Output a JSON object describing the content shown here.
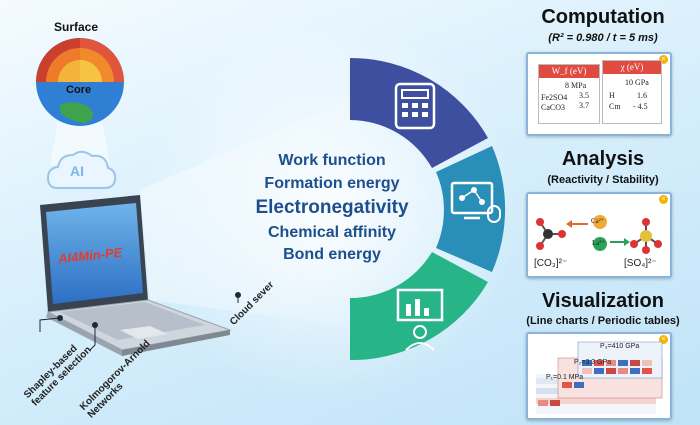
{
  "globe": {
    "surface_label": "Surface",
    "core_label": "Core"
  },
  "cloud": {
    "label": "AI"
  },
  "laptop": {
    "screen_label": "AI4Min-PE"
  },
  "annotations": {
    "cloud_server": "Cloud sever",
    "shapley": [
      "Shapley-based",
      "feature selection"
    ],
    "kan": [
      "Kolmogorov-Arnold",
      "Networks"
    ]
  },
  "properties": [
    "Work function",
    "Formation energy",
    "Electronegativity",
    "Chemical affinity",
    "Bond energy"
  ],
  "computation": {
    "title": "Computation",
    "subtitle": "(R² = 0.980 / t = 5 ms)",
    "card": {
      "left": {
        "header": "W_f (eV)",
        "condition": "8 MPa",
        "rows": [
          [
            "Fe2SO4",
            "3.5"
          ],
          [
            "CaCO3",
            "3.7"
          ]
        ]
      },
      "right": {
        "header": "χ (eV)",
        "condition": "10 GPa",
        "rows": [
          [
            "H",
            "1.6"
          ],
          [
            "Cm",
            "- 4.5"
          ]
        ]
      }
    }
  },
  "analysis": {
    "title": "Analysis",
    "subtitle": "(Reactivity / Stability)",
    "card": {
      "ion1": "Ca²⁺",
      "ion2": "La³⁺",
      "left_label": "[CO₃]²⁻",
      "right_label": "[SO₄]²⁻"
    }
  },
  "visualization": {
    "title": "Visualization",
    "subtitle": "(Line charts / Periodic tables)",
    "card": {
      "p1": "P₁=0.1 MPa",
      "p2": "P₂=3.3 GPa",
      "p3": "P₃=410 GPa"
    }
  },
  "colors": {
    "ring_top": "#3f4fa0",
    "ring_middle": "#2a8fb8",
    "ring_bottom": "#27b487",
    "text_blue": "#1d4f8e"
  }
}
